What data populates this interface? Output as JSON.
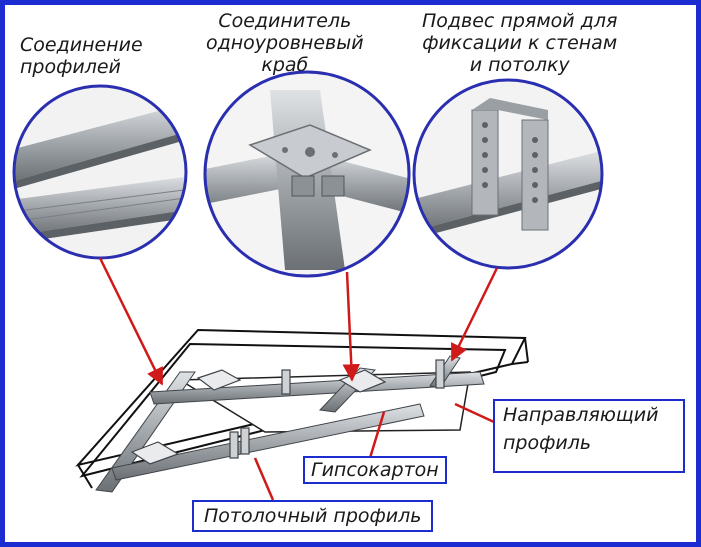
{
  "labels": {
    "profile_joint": [
      "Соединение",
      "профилей"
    ],
    "crab_connector": [
      "Соединитель",
      "одноуровневый",
      "краб"
    ],
    "direct_hanger": [
      "Подвес  прямой для",
      "фиксации  к стенам",
      "и потолку"
    ],
    "guide_profile": [
      "Направляющий",
      "профиль"
    ],
    "drywall": "Гипсокартон",
    "ceiling_profile": "Потолочный профиль"
  },
  "colors": {
    "frame": "#1b2cd0",
    "circle_border": "#2a2fb0",
    "arrow": "#d01a1a",
    "metal": "#a8adb2"
  }
}
